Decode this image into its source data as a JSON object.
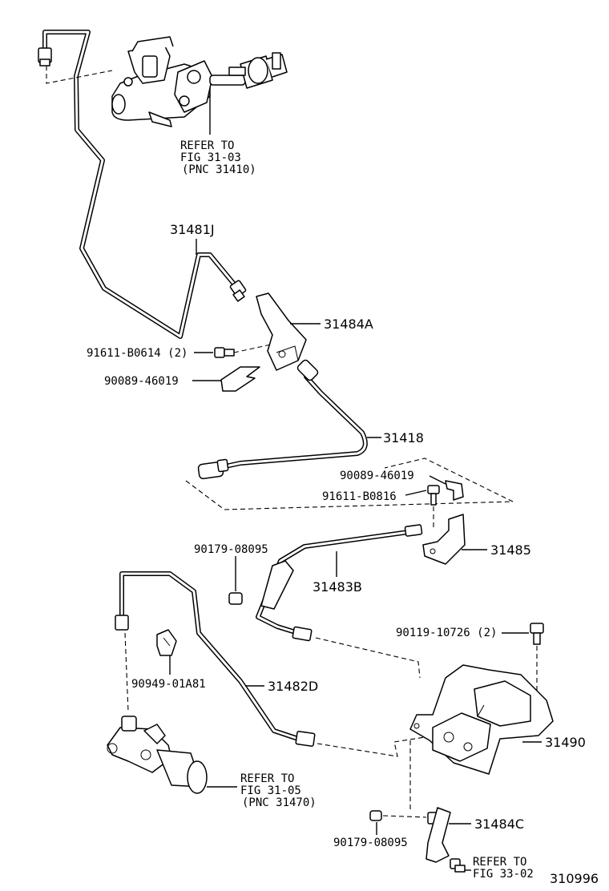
{
  "labels": {
    "ref_master": [
      "REFER TO",
      "FIG 31-03",
      "(PNC 31410)"
    ],
    "p31481J": "31481J",
    "p31484A": "31484A",
    "p91611B0614": "91611-B0614 (2)",
    "p9008946019a": "90089-46019",
    "p31418": "31418",
    "p9008946019b": "90089-46019",
    "p91611B0816": "91611-B0816",
    "p31485": "31485",
    "p9017908095a": "90179-08095",
    "p31483B": "31483B",
    "p9011910726": "90119-10726 (2)",
    "p9094901A81": "90949-01A81",
    "p31482D": "31482D",
    "p31490": "31490",
    "ref_release": [
      "REFER TO",
      "FIG 31-05",
      "(PNC 31470)"
    ],
    "p31484C": "31484C",
    "p9017908095b": "90179-08095",
    "ref_bracket": [
      "REFER TO",
      "FIG 33-02"
    ],
    "fig_number": "310996"
  }
}
